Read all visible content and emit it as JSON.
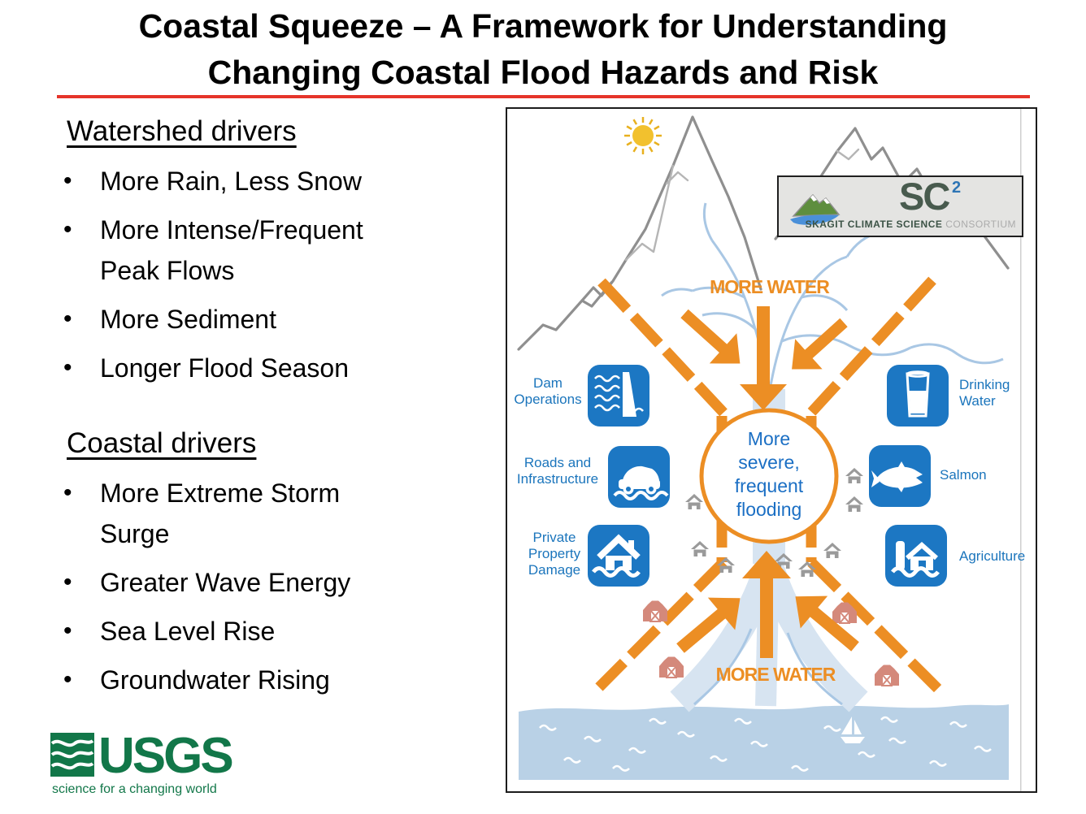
{
  "slide": {
    "title": [
      "Coastal Squeeze – A Framework for Understanding",
      "Changing Coastal Flood Hazards and Risk"
    ]
  },
  "watershed": {
    "heading": "Watershed drivers",
    "items": [
      "More Rain, Less Snow",
      "More Intense/Frequent\nPeak Flows",
      "More Sediment",
      "Longer Flood Season"
    ]
  },
  "coastal": {
    "heading": "Coastal drivers",
    "items": [
      "More Extreme Storm\nSurge",
      "Greater Wave Energy",
      "Sea Level Rise",
      "Groundwater Rising"
    ]
  },
  "usgs_logo": {
    "wordmark": "USGS",
    "tagline": "science for a changing world"
  },
  "sc2_logo": {
    "abbr": "SC",
    "superscript": "2",
    "name_bold": "SKAGIT CLIMATE SCIENCE",
    "name_light": "CONSORTIUM"
  },
  "diagram": {
    "more_water_top": "MORE WATER",
    "more_water_bottom": "MORE WATER",
    "center_message_lines": [
      "More",
      "severe,",
      "frequent",
      "flooding"
    ],
    "impact_labels": {
      "dam_operations": "Dam Operations",
      "roads_infrastructure": "Roads and Infrastructure",
      "private_property": "Private Property Damage",
      "drinking_water": "Drinking Water",
      "salmon": "Salmon",
      "agriculture": "Agriculture"
    }
  },
  "colors": {
    "accent_red": "#e5342a",
    "arrow_orange": "#ec8e24",
    "tile_blue": "#1c77c3",
    "label_blue": "#1b75bc",
    "center_text_blue": "#1b6fc4",
    "river_blue": "#a9c7e4",
    "sea_blue": "#b9d1e6",
    "channel_blue": "#d7e4f1",
    "mountain_gray": "#8f8f8f",
    "house_gray": "#9a9a9a",
    "barn_red": "#d4897b",
    "usgs_green": "#127749",
    "sun_yellow": "#f2c12e"
  }
}
